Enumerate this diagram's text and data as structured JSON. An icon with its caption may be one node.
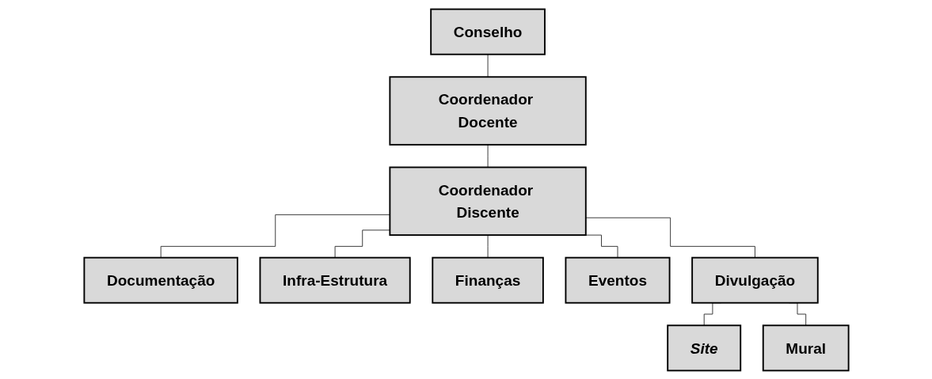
{
  "diagram": {
    "nodes": [
      {
        "text": [
          "Conselho"
        ]
      },
      {
        "text": [
          "Coordenador Docente"
        ]
      },
      {
        "text": [
          "Coordenador Discente"
        ]
      },
      {
        "text": [
          "Documentação"
        ]
      },
      {
        "text": [
          "Infra-Estrutura"
        ]
      },
      {
        "text": [
          "Finanças"
        ]
      },
      {
        "text": [
          "Eventos"
        ]
      },
      {
        "text": [
          "Divulgação"
        ]
      },
      {
        "text": [
          "Site"
        ]
      },
      {
        "text": [
          "Mural"
        ]
      }
    ],
    "edges": [
      {
        "from": 0,
        "to": 1,
        "arrow": "none"
      },
      {
        "from": 1,
        "to": 2,
        "arrow": "none"
      },
      {
        "from": 2,
        "to": 3,
        "arrow": "none"
      },
      {
        "from": 2,
        "to": 4,
        "arrow": "none"
      },
      {
        "from": 2,
        "to": 5,
        "arrow": "none"
      },
      {
        "from": 2,
        "to": 6,
        "arrow": "none"
      },
      {
        "from": 2,
        "to": 7,
        "arrow": "none"
      },
      {
        "from": 7,
        "to": 8,
        "arrow": "none"
      },
      {
        "from": 7,
        "to": 9,
        "arrow": "none"
      }
    ]
  }
}
